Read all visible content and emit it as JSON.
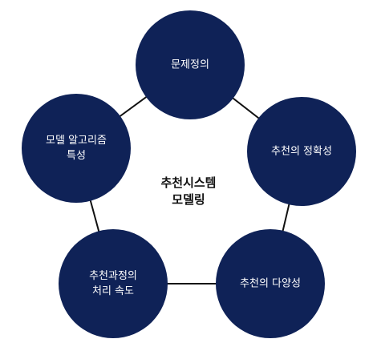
{
  "center": {
    "line1": "추천시스템",
    "line2": "모델링"
  },
  "nodes": [
    {
      "lines": [
        "문제정의"
      ]
    },
    {
      "lines": [
        "추천의 정확성"
      ]
    },
    {
      "lines": [
        "추천의 다양성"
      ]
    },
    {
      "lines": [
        "추천과정의",
        "처리 속도"
      ]
    },
    {
      "lines": [
        "모델 알고리즘",
        "특성"
      ]
    }
  ],
  "colors": {
    "node_fill": "#0f2257",
    "node_text": "#ffffff",
    "connector": "#111111"
  }
}
